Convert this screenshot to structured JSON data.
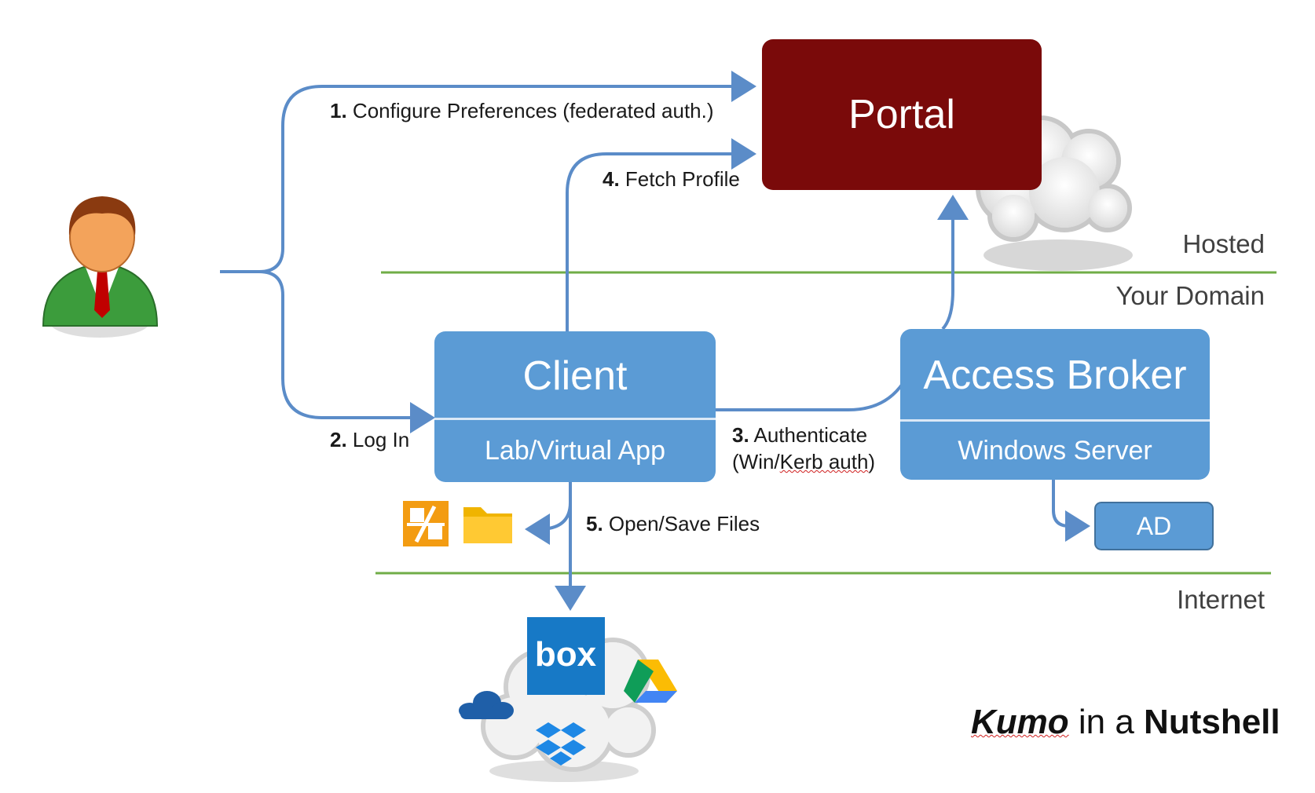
{
  "nodes": {
    "portal": "Portal",
    "client": {
      "title": "Client",
      "subtitle": "Lab/Virtual App"
    },
    "broker": {
      "title": "Access Broker",
      "subtitle": "Windows Server"
    },
    "ad": "AD"
  },
  "zones": {
    "hosted": "Hosted",
    "your_domain": "Your Domain",
    "internet": "Internet"
  },
  "steps": [
    {
      "num": "1.",
      "text": "Configure Preferences (federated auth.)"
    },
    {
      "num": "2.",
      "text": "Log In"
    },
    {
      "num": "3.",
      "text": "Authenticate",
      "text2": "(Win/",
      "text3": "Kerb auth",
      "text4": ")"
    },
    {
      "num": "4.",
      "text": "Fetch Profile"
    },
    {
      "num": "5.",
      "text": "Open/Save Files"
    }
  ],
  "box_logo_text": "box",
  "footer": {
    "kumo": "Kumo",
    "middle": " in a ",
    "nutshell": "Nutshell"
  },
  "colors": {
    "portal": "#7a0a0a",
    "node": "#5b9bd5",
    "arrow": "#5b8cc8",
    "divider": "#70ad47"
  },
  "icons": [
    "user-avatar-icon",
    "cloud-icon",
    "office-icon",
    "folder-icon",
    "box-icon",
    "google-drive-icon",
    "onedrive-icon",
    "dropbox-icon"
  ]
}
